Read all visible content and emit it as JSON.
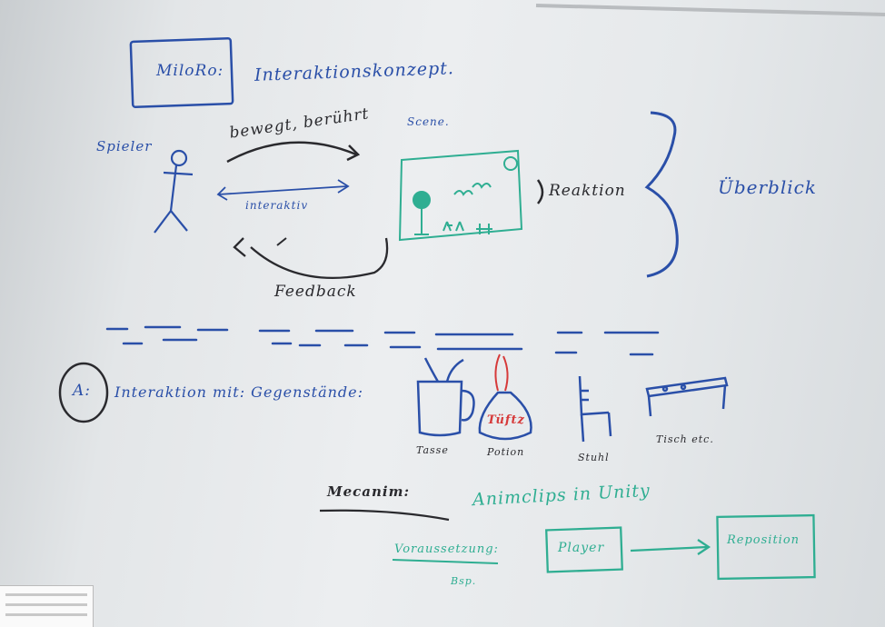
{
  "board": {
    "title_box": "MiloRo:",
    "title": "Interaktionskonzept.",
    "player_label": "Spieler",
    "arrow_top": "bewegt, berührt",
    "arrow_mid": "interaktiv",
    "arrow_bottom": "Feedback",
    "scene_label": "Scene.",
    "reaction": "Reaktion",
    "overview": "Überblick",
    "section_marker": "A:",
    "section_heading": "Interaktion mit: Gegenstände:",
    "obj_cup": "Tasse",
    "obj_potion": "Potion",
    "potion_text": "Tüftz",
    "obj_chair": "Stuhl",
    "obj_table": "Tisch etc.",
    "mechanism_label": "Mecanim:",
    "animclips": "Animclips in Unity",
    "requirement": "Voraussetzung:",
    "player_box": "Player",
    "reposition_box": "Reposition",
    "example": "Bsp."
  },
  "colors": {
    "board": "#eceef0",
    "blue_marker": "#2a4fa8",
    "black_marker": "#2a2a2e",
    "teal_marker": "#2fae92",
    "red_marker": "#d63a3a"
  }
}
